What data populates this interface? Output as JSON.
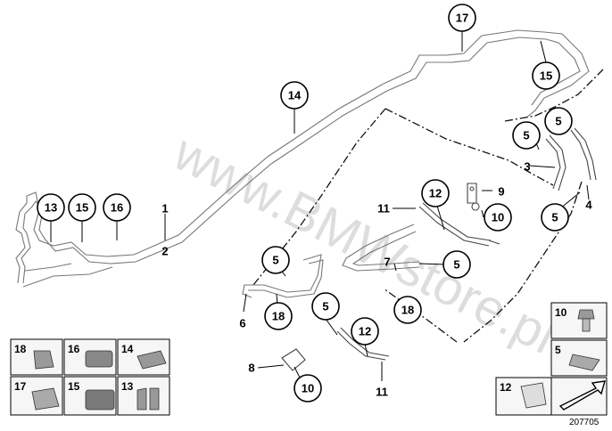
{
  "watermark": "www.BMWstore.pl",
  "image_number": "207705",
  "callouts": {
    "c17_top": "17",
    "c15_top": "15",
    "c14": "14",
    "c5_a": "5",
    "c5_b": "5",
    "c13": "13",
    "c15_left": "15",
    "c16": "16",
    "c12_mid": "12",
    "c10_mid": "10",
    "c5_c": "5",
    "c5_d": "5",
    "c18_a": "18",
    "c5_e": "5",
    "c5_f": "5",
    "c18_b": "18",
    "c12_low": "12",
    "c10_low": "10"
  },
  "labels": {
    "l1": "1",
    "l2": "2",
    "l3": "3",
    "l4": "4",
    "l6": "6",
    "l7": "7",
    "l8": "8",
    "l9": "9",
    "l11_mid": "11",
    "l11_low": "11"
  },
  "legend_left": {
    "t18": "18",
    "t16": "16",
    "t14": "14",
    "t17": "17",
    "t15": "15",
    "t13": "13"
  },
  "legend_right": {
    "t10": "10",
    "t5": "5",
    "t12": "12"
  }
}
